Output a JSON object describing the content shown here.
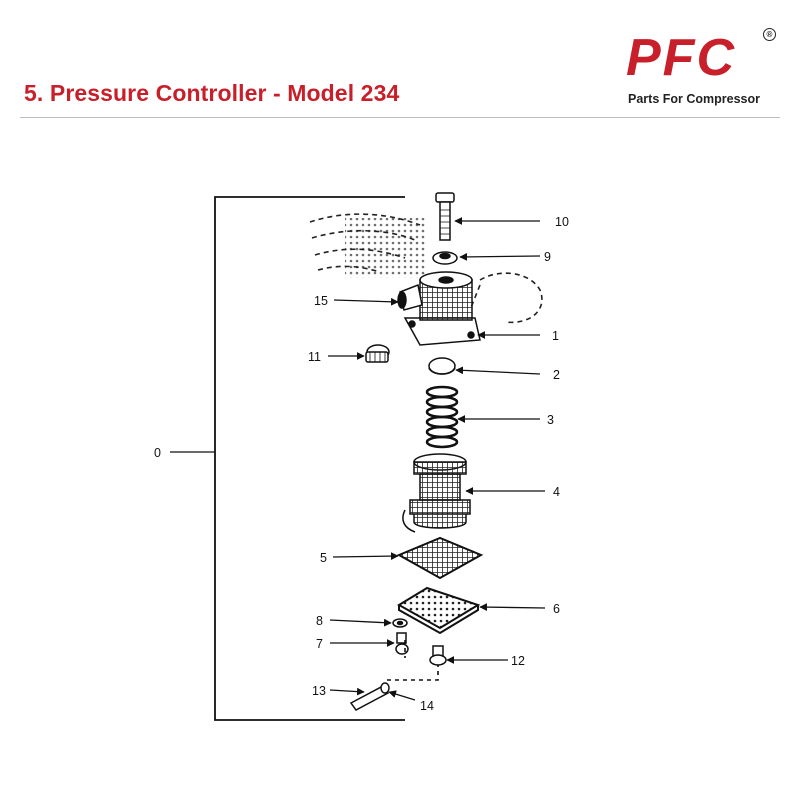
{
  "header": {
    "title": "5. Pressure Controller - Model 234",
    "logo_text": "PFC",
    "logo_registered": "®",
    "logo_tagline": "Parts For Compressor"
  },
  "colors": {
    "brand": "#c8202a",
    "ink": "#111111",
    "rule": "#bdbdbd"
  },
  "diagram": {
    "callouts": [
      "0",
      "1",
      "2",
      "3",
      "4",
      "5",
      "6",
      "7",
      "8",
      "9",
      "10",
      "11",
      "12",
      "13",
      "14",
      "15"
    ]
  }
}
